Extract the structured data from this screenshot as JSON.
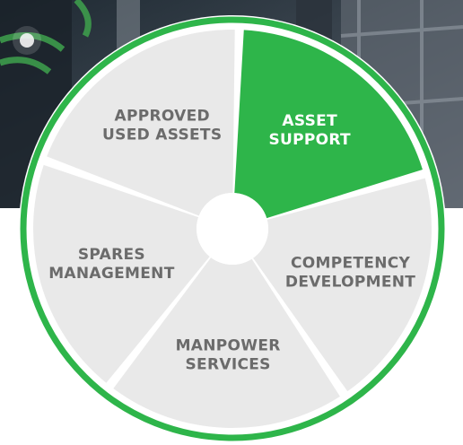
{
  "colors": {
    "ring": "#2eb54a",
    "active_segment": "#2eb54a",
    "segment": "#e9e9e9",
    "separator": "#ffffff",
    "label": "#6b6b6b",
    "active_label": "#ffffff"
  },
  "segments": [
    {
      "lines": [
        "ASSET",
        "SUPPORT"
      ],
      "active": true
    },
    {
      "lines": [
        "COMPETENCY",
        "DEVELOPMENT"
      ],
      "active": false
    },
    {
      "lines": [
        "MANPOWER",
        "SERVICES"
      ],
      "active": false
    },
    {
      "lines": [
        "SPARES",
        "MANAGEMENT"
      ],
      "active": false
    },
    {
      "lines": [
        "APPROVED",
        "USED ASSETS"
      ],
      "active": false
    }
  ]
}
